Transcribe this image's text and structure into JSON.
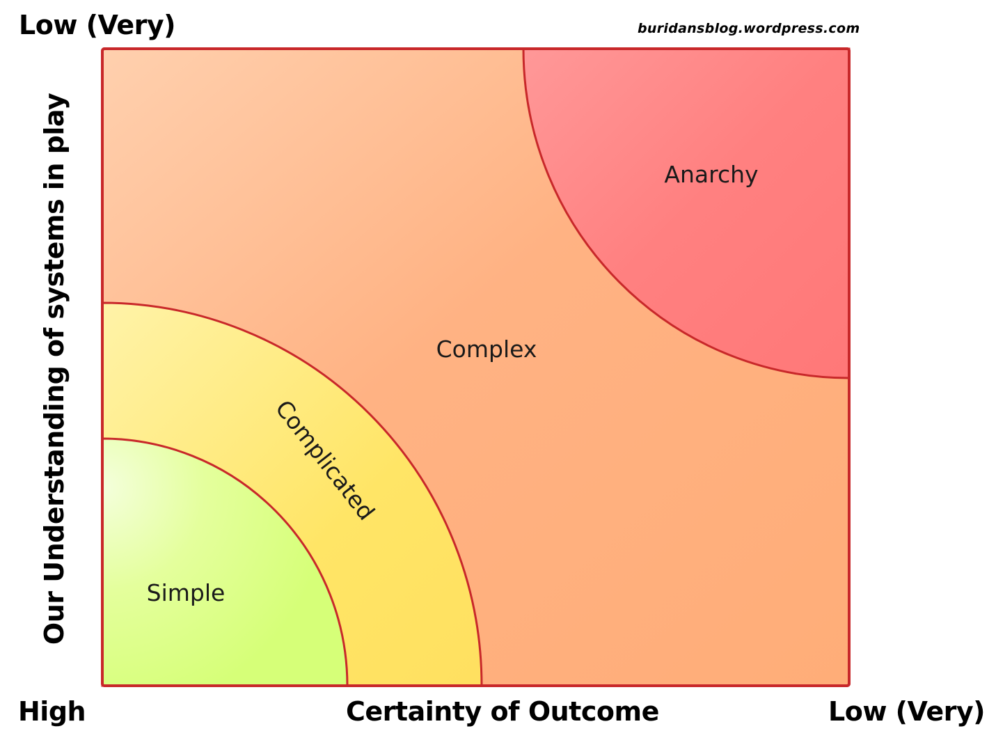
{
  "header": {
    "top_left_label": "Low (Very)",
    "credit": "buridansblog.wordpress.com"
  },
  "axes": {
    "y_title": "Our Understanding of systems in play",
    "y_top": "Low (Very)",
    "x_title": "Certainty of Outcome",
    "x_left": "High",
    "x_right": "Low (Very)"
  },
  "regions": [
    {
      "name": "Simple",
      "color": "#d6ff7a"
    },
    {
      "name": "Complicated",
      "color": "#ffe466"
    },
    {
      "name": "Complex",
      "color": "#ffb27a"
    },
    {
      "name": "Anarchy",
      "color": "#ff7f7f"
    }
  ],
  "colors": {
    "border": "#c8282a",
    "text": "#1a1a1a"
  }
}
